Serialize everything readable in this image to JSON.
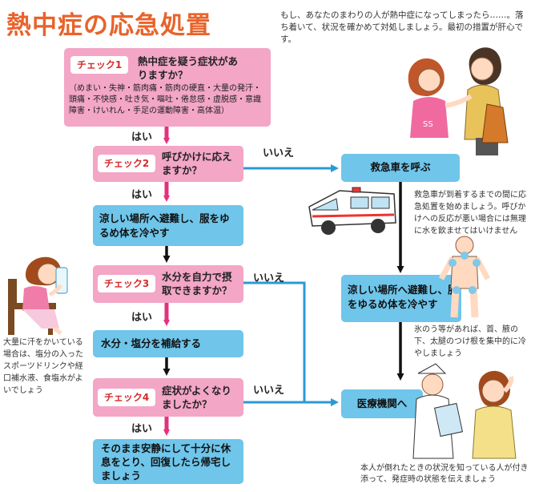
{
  "title": "熱中症の応急処置",
  "intro": "もし、あなたのまわりの人が熱中症になってしまったら……。落ち着いて、状況を確かめて対処しましょう。最初の措置が肝心です。",
  "check1": {
    "tag": "チェック1",
    "question": "熱中症を疑う症状がありますか？",
    "symptoms": "（めまい・失神・筋肉痛・筋肉の硬直・大量の発汗・頭痛・不快感・吐き気・嘔吐・倦怠感・虚脱感・意識障害・けいれん・手足の運動障害・高体温）"
  },
  "yes_label": "はい",
  "no_label": "いいえ",
  "check2": {
    "tag": "チェック2",
    "question": "呼びかけに応えますか？"
  },
  "step_cool": "涼しい場所へ避難し、服をゆるめ体を冷やす",
  "check3": {
    "tag": "チェック3",
    "question": "水分を自力で摂取できますか？"
  },
  "step_water": "水分・塩分を補給する",
  "check4": {
    "tag": "チェック4",
    "question": "症状がよくなりましたか？"
  },
  "step_rest": "そのまま安静にして十分に休息をとり、回復したら帰宅しましょう",
  "ambulance": "救急車を呼ぶ",
  "ambulance_note": "救急車が到着するまでの間に応急処置を始めましょう。呼びかけへの反応が悪い場合には無理に水を飲ませてはいけません",
  "right_cool": "涼しい場所へ避難し、服をゆるめ体を冷やす",
  "ice_note": "氷のう等があれば、首、腋の下、太腿のつけ根を集中的に冷やしましょう",
  "hospital": "医療機関へ",
  "hospital_note": "本人が倒れたときの状況を知っている人が付き添って、発症時の状態を伝えましょう",
  "drink_note": "大量に汗をかいている場合は、塩分の入ったスポーツドリンクや経口補水液、食塩水がよいでしょう",
  "colors": {
    "title": "#e8632b",
    "check_box": "#f3a6c6",
    "action_box": "#6fc5ea",
    "tag_text": "#d62b2b",
    "yes_arrow": "#e3317c",
    "no_arrow": "#2a9ad6",
    "black_arrow": "#111111"
  }
}
